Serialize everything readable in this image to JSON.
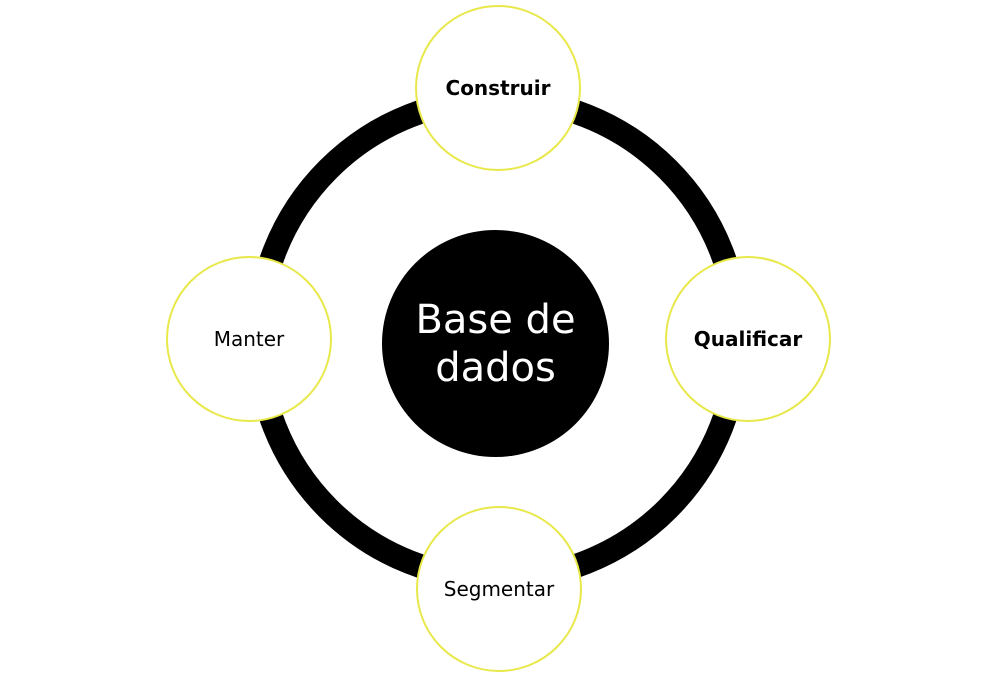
{
  "diagram": {
    "center": {
      "label": "Base de dados",
      "fill": "#000000",
      "text_color": "#ffffff"
    },
    "nodes": [
      {
        "id": "top",
        "label": "Construir",
        "bold": true
      },
      {
        "id": "right",
        "label": "Qualificar",
        "bold": true
      },
      {
        "id": "bottom",
        "label": "Segmentar",
        "bold": false
      },
      {
        "id": "left",
        "label": "Manter",
        "bold": false
      }
    ],
    "ring_color": "#000000",
    "node_border_color": "#e8e84a"
  }
}
